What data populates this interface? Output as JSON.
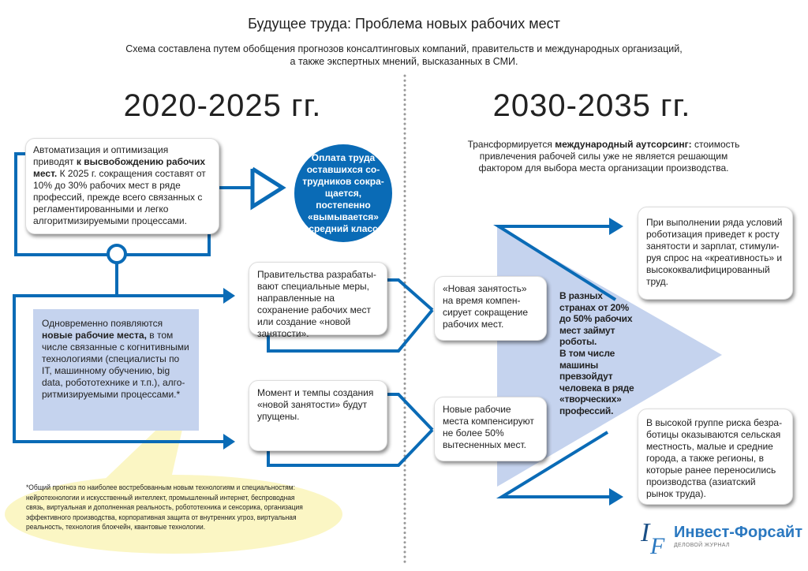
{
  "title": "Будущее труда: Проблема новых рабочих мест",
  "subtitle": [
    "Схема составлена путем обобщения прогнозов консалтинговых компаний, правительств и международных организаций,",
    "а также экспертных мнений, высказанных в СМИ."
  ],
  "eras": {
    "left": "2020-2025 гг.",
    "right": "2030-2035 гг."
  },
  "left": {
    "automation": {
      "pre": "Автоматизация и оптимизация приводят ",
      "bold": "к высвобождению рабочих мест.",
      "post": " К 2025 г. сокращения составят от 10% до 30% рабочих мест в ряде профессий, прежде всего связанных с регламентированными и легко алгоритмизируемыми процессами."
    },
    "circle": "Оплата труда оставшихся со­трудников сокра­щается, постепен­но «вымывается» средний класс",
    "new_jobs": {
      "pre": "Одновременно появляются ",
      "bold": "новые рабочие места,",
      "post": " в том числе связанные с когнитивны­ми технологиями (специалисты по IT, машинному обучению, big data, робототехнике и т.п.), алго­ритмизируемыми процессами.*"
    },
    "governments": "Правительства разрабаты­вают специальные меры, на­правленные на сохранение рабочих мест или создание «новой занятости».",
    "missed": "Момент и темпы создания «новой занятости» будут упущены.",
    "footnote": "*Общий прогноз по наиболее востребованным новым технологиям и специально­стям: нейротехнологии и искусственный интеллект, промышленный интернет, бес­проводная связь, виртуальная и дополненная реальность, робототехника и сенсори­ка, организация эффективного производства, корпоративная защита от внутренних угроз, виртуальная реальность, технология блокчейн, квантовые технологии."
  },
  "right": {
    "outsourcing": {
      "pre": "Трансформируется ",
      "bold": "международный аутсорсинг:",
      "post": " стоимость привлечения рабочей силы уже не является решающим фактором для выбора места организации производства."
    },
    "new_employment": "«Новая занятость» на время компен­сирует сокращение рабочих мест.",
    "new_jobs_comp": "Новые рабочие места компенсируют не бо­лее 50% вытесненных мест.",
    "robots": "В разных странах от 20% до 50% рабочих мест займут роботы.",
    "creative": "В том числе машины превзойдут человека в ряде «творческих» профессий.",
    "growth": "При выполнении ряда условий роботизация приведет к росту занятости и зарплат, стимули­руя спрос на «креативность» и высококвалифицированный труд.",
    "risk": "В высокой группе риска безра­ботицы оказываются сельская местность, малые и средние города, а также регионы, в которые ранее переноси­лись производства (азиатский рынок труда)."
  },
  "logo": {
    "name": "Инвест-Форсайт",
    "tagline": "ДЕЛОВОЙ ЖУРНАЛ"
  },
  "colors": {
    "blue": "#0a6bb6",
    "light_blue": "#c5d3ee",
    "yellow": "#fbf6c4"
  }
}
